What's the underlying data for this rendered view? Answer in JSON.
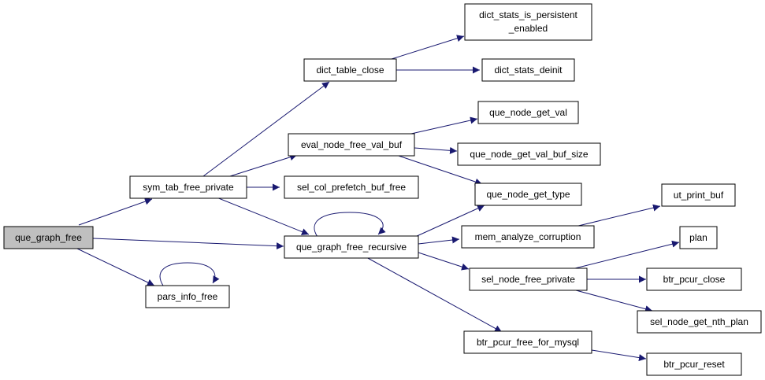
{
  "graph": {
    "nodes": {
      "que_graph_free": {
        "label": "que_graph_free"
      },
      "sym_tab_free_private": {
        "label": "sym_tab_free_private"
      },
      "pars_info_free": {
        "label": "pars_info_free"
      },
      "dict_table_close": {
        "label": "dict_table_close"
      },
      "eval_node_free_val_buf": {
        "label": "eval_node_free_val_buf"
      },
      "sel_col_prefetch_buf_free": {
        "label": "sel_col_prefetch_buf_free"
      },
      "que_graph_free_recursive": {
        "label": "que_graph_free_recursive"
      },
      "dict_stats_is_persistent_enabled": {
        "label_line1": "dict_stats_is_persistent",
        "label_line2": "_enabled"
      },
      "dict_stats_deinit": {
        "label": "dict_stats_deinit"
      },
      "que_node_get_val": {
        "label": "que_node_get_val"
      },
      "que_node_get_val_buf_size": {
        "label": "que_node_get_val_buf_size"
      },
      "que_node_get_type": {
        "label": "que_node_get_type"
      },
      "mem_analyze_corruption": {
        "label": "mem_analyze_corruption"
      },
      "sel_node_free_private": {
        "label": "sel_node_free_private"
      },
      "btr_pcur_free_for_mysql": {
        "label": "btr_pcur_free_for_mysql"
      },
      "ut_print_buf": {
        "label": "ut_print_buf"
      },
      "plan": {
        "label": "plan"
      },
      "btr_pcur_close": {
        "label": "btr_pcur_close"
      },
      "sel_node_get_nth_plan": {
        "label": "sel_node_get_nth_plan"
      },
      "btr_pcur_reset": {
        "label": "btr_pcur_reset"
      }
    },
    "edges": [
      {
        "from": "que_graph_free",
        "to": "sym_tab_free_private"
      },
      {
        "from": "que_graph_free",
        "to": "que_graph_free_recursive"
      },
      {
        "from": "que_graph_free",
        "to": "pars_info_free"
      },
      {
        "from": "pars_info_free",
        "to": "pars_info_free"
      },
      {
        "from": "sym_tab_free_private",
        "to": "dict_table_close"
      },
      {
        "from": "sym_tab_free_private",
        "to": "eval_node_free_val_buf"
      },
      {
        "from": "sym_tab_free_private",
        "to": "sel_col_prefetch_buf_free"
      },
      {
        "from": "sym_tab_free_private",
        "to": "que_graph_free_recursive"
      },
      {
        "from": "dict_table_close",
        "to": "dict_stats_is_persistent_enabled"
      },
      {
        "from": "dict_table_close",
        "to": "dict_stats_deinit"
      },
      {
        "from": "eval_node_free_val_buf",
        "to": "que_node_get_val"
      },
      {
        "from": "eval_node_free_val_buf",
        "to": "que_node_get_val_buf_size"
      },
      {
        "from": "eval_node_free_val_buf",
        "to": "que_node_get_type"
      },
      {
        "from": "que_graph_free_recursive",
        "to": "que_graph_free_recursive"
      },
      {
        "from": "que_graph_free_recursive",
        "to": "que_node_get_type"
      },
      {
        "from": "que_graph_free_recursive",
        "to": "mem_analyze_corruption"
      },
      {
        "from": "que_graph_free_recursive",
        "to": "sel_node_free_private"
      },
      {
        "from": "que_graph_free_recursive",
        "to": "btr_pcur_free_for_mysql"
      },
      {
        "from": "mem_analyze_corruption",
        "to": "ut_print_buf"
      },
      {
        "from": "sel_node_free_private",
        "to": "plan"
      },
      {
        "from": "sel_node_free_private",
        "to": "btr_pcur_close"
      },
      {
        "from": "sel_node_free_private",
        "to": "sel_node_get_nth_plan"
      },
      {
        "from": "btr_pcur_free_for_mysql",
        "to": "btr_pcur_reset"
      }
    ]
  },
  "colors": {
    "edge": "#191970",
    "root_fill": "#bfbfbf",
    "node_fill": "#ffffff",
    "node_stroke": "#000000"
  }
}
